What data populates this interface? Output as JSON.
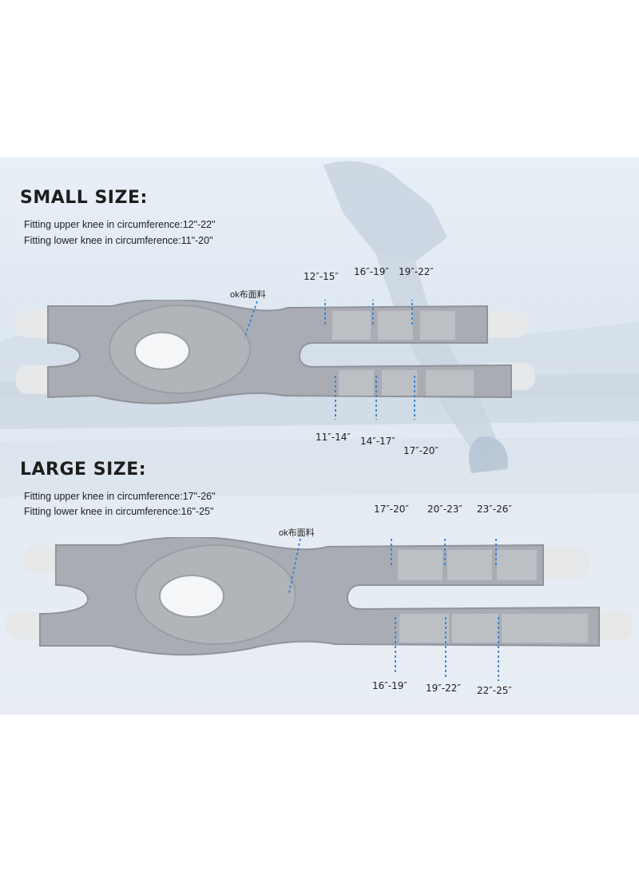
{
  "small": {
    "title": "SMALL SIZE:",
    "upper_fit": "Fitting upper knee in circumference:12\"-22\"",
    "lower_fit": "Fitting lower knee in circumference:11\"-20\"",
    "fabric_label": "ok布面料",
    "upper_marks": [
      "12″-15″",
      "16″-19″",
      "19″-22″"
    ],
    "lower_marks": [
      "11″-14″",
      "14″-17″",
      "17″-20″"
    ]
  },
  "large": {
    "title": "LARGE SIZE:",
    "upper_fit": "Fitting upper knee in circumference:17\"-26\"",
    "lower_fit": "Fitting lower knee in circumference:16\"-25\"",
    "fabric_label": "ok布面料",
    "upper_marks": [
      "17″-20″",
      "20″-23″",
      "23″-26″"
    ],
    "lower_marks": [
      "16″-19″",
      "19″-22″",
      "22″-25″"
    ]
  },
  "colors": {
    "strap_gray": "#a9adb3",
    "strap_edge": "#8f949b",
    "tab_white": "#e6e8ea",
    "arrow_blue": "#2f7fd6"
  }
}
